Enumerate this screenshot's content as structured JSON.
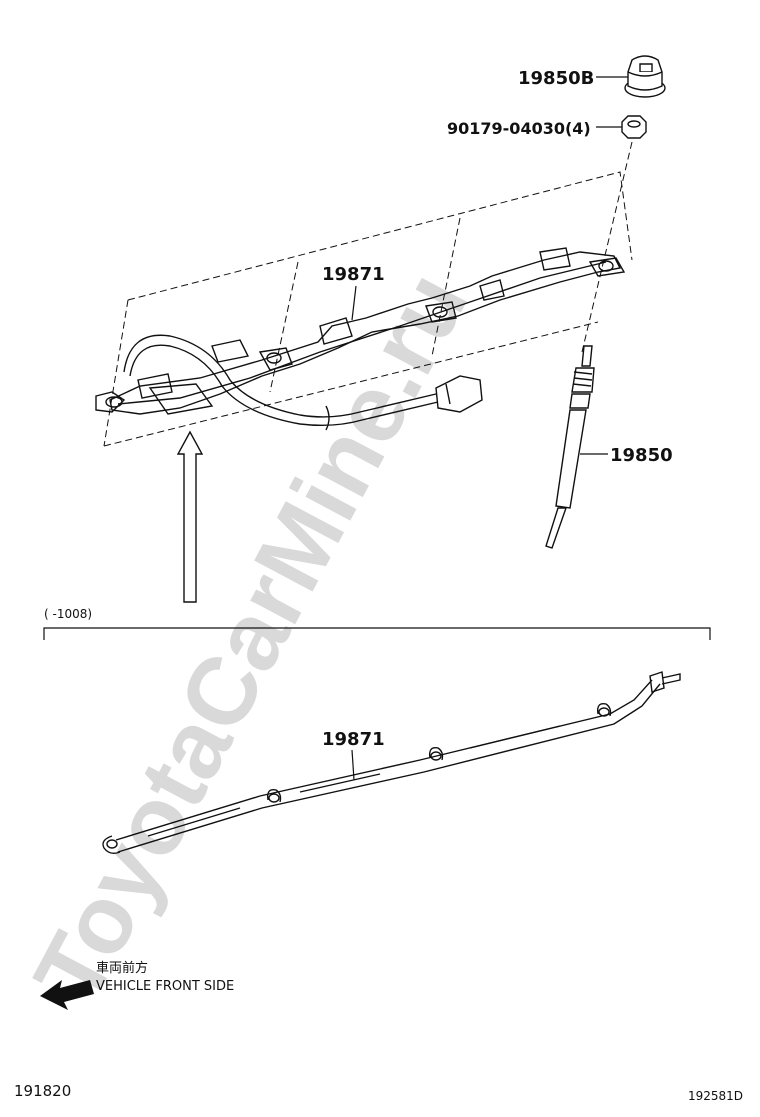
{
  "watermark": "ToyotaCarMine.ru",
  "labels": {
    "part_19850b": "19850B",
    "part_90179": "90179-04030(4)",
    "part_19871_upper": "19871",
    "part_19850": "19850",
    "part_19871_lower": "19871"
  },
  "range_note": "(      -1008)",
  "direction": {
    "japanese": "車両前方",
    "english": "VEHICLE FRONT SIDE"
  },
  "footer": {
    "left_code": "191820",
    "right_code": "192581D"
  }
}
